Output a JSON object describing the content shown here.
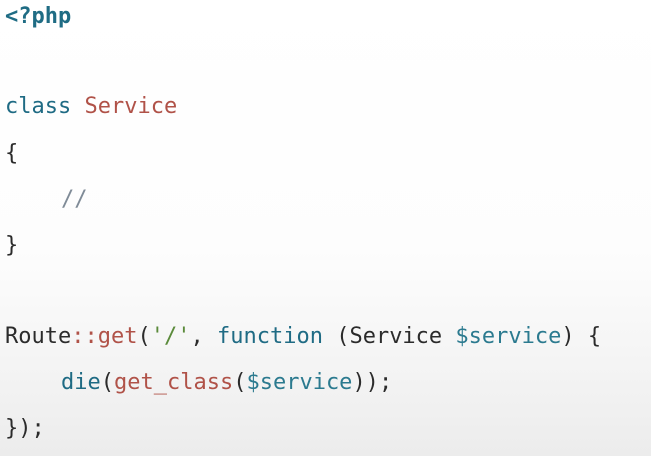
{
  "code": {
    "line1": {
      "open_tag": "<?php"
    },
    "line2": {
      "keyword": "class",
      "space": " ",
      "class_name": "Service"
    },
    "line3": {
      "brace": "{"
    },
    "line4": {
      "comment": "//"
    },
    "line5": {
      "brace": "}"
    },
    "line6": {
      "route": "Route",
      "scope": "::",
      "method": "get",
      "paren_open": "(",
      "path_string": "'/'",
      "comma": ", ",
      "fn_keyword": "function",
      "space": " ",
      "args_open": "(",
      "type_hint": "Service",
      "space2": " ",
      "param": "$service",
      "args_close": ")",
      "space3": " ",
      "body_open": "{"
    },
    "line7": {
      "die_fn": "die",
      "paren_open": "(",
      "get_class_fn": "get_class",
      "paren_open2": "(",
      "var": "$service",
      "paren_close": "))",
      "semicolon": ";"
    },
    "line8": {
      "close": "});"
    }
  }
}
